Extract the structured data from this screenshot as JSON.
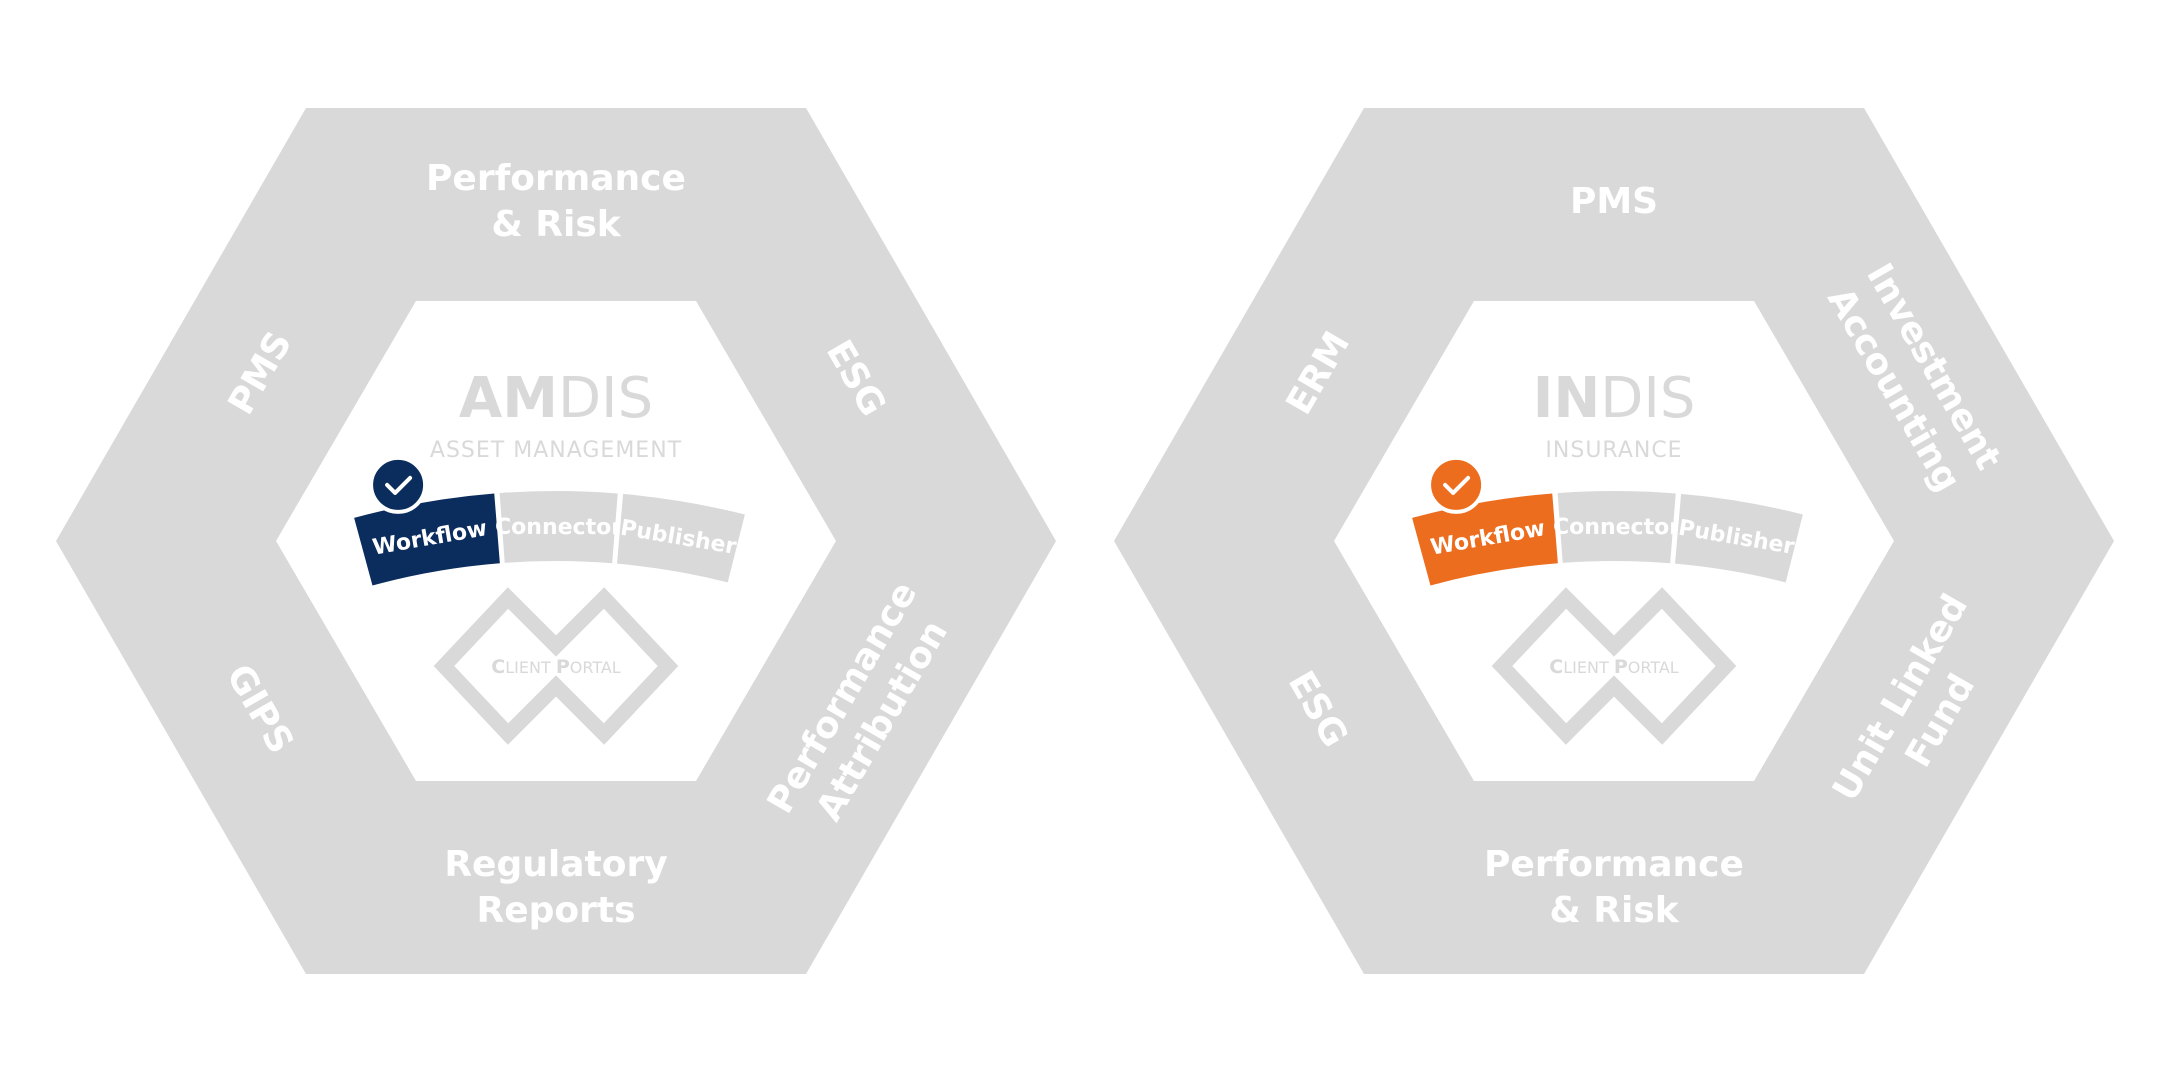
{
  "colors": {
    "hex_fill": "#d9d9d9",
    "inner_fill": "#ffffff",
    "workflow_amdis": "#0b2d5e",
    "workflow_indis": "#ec6d1e",
    "label": "#ffffff",
    "logo": "#d9d9d9"
  },
  "diagrams": [
    {
      "brand_bold": "AM",
      "brand_light": "DIS",
      "brand_sub": "ASSET MANAGEMENT",
      "segments": {
        "top": [
          "Performance",
          "& Risk"
        ],
        "upper_right": [
          "ESG"
        ],
        "lower_right": [
          "Performance",
          "Attribution"
        ],
        "bottom": [
          "Regulatory",
          "Reports"
        ],
        "lower_left": [
          "GIPS"
        ],
        "upper_left": [
          "PMS"
        ]
      },
      "tabs": {
        "workflow": "Workflow",
        "connector": "Connector",
        "publisher": "Publisher"
      },
      "portal": {
        "c": "C",
        "lient": "LIENT ",
        "p": "P",
        "ortal": "ORTAL"
      },
      "check_icon": "check-icon"
    },
    {
      "brand_bold": "IN",
      "brand_light": "DIS",
      "brand_sub": "INSURANCE",
      "segments": {
        "top": [
          "PMS"
        ],
        "upper_right": [
          "Investment",
          "Accounting"
        ],
        "lower_right": [
          "Unit Linked",
          "Fund"
        ],
        "bottom": [
          "Performance",
          "& Risk"
        ],
        "lower_left": [
          "ESG"
        ],
        "upper_left": [
          "ERM"
        ]
      },
      "tabs": {
        "workflow": "Workflow",
        "connector": "Connector",
        "publisher": "Publisher"
      },
      "portal": {
        "c": "C",
        "lient": "LIENT ",
        "p": "P",
        "ortal": "ORTAL"
      },
      "check_icon": "check-icon"
    }
  ]
}
